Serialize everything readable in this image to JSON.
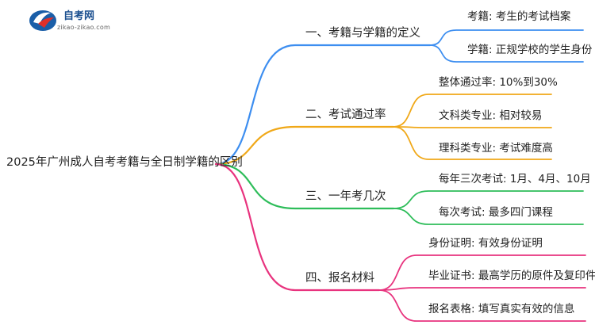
{
  "logo": {
    "title": "自考网",
    "url": "zikao-zikao.com",
    "colors": {
      "primary": "#1a5ea8",
      "accent": "#e0302a"
    }
  },
  "root": "2025年广州成人自考考籍与全日制学籍的区别",
  "branches": [
    {
      "label": "一、考籍与学籍的定义",
      "color": "#3d8ef0",
      "leaves": [
        "考籍: 考生的考试档案",
        "学籍: 正规学校的学生身份"
      ]
    },
    {
      "label": "二、考试通过率",
      "color": "#f0a818",
      "leaves": [
        "整体通过率: 10%到30%",
        "文科类专业: 相对较易",
        "理科类专业: 考试难度高"
      ]
    },
    {
      "label": "三、一年考几次",
      "color": "#2ebd5a",
      "leaves": [
        "每年三次考试: 1月、4月、10月",
        "每次考试: 最多四门课程"
      ]
    },
    {
      "label": "四、报名材料",
      "color": "#e8337e",
      "leaves": [
        "身份证明: 有效身份证明",
        "毕业证书: 最高学历的原件及复印件",
        "报名表格: 填写真实有效的信息"
      ]
    }
  ]
}
